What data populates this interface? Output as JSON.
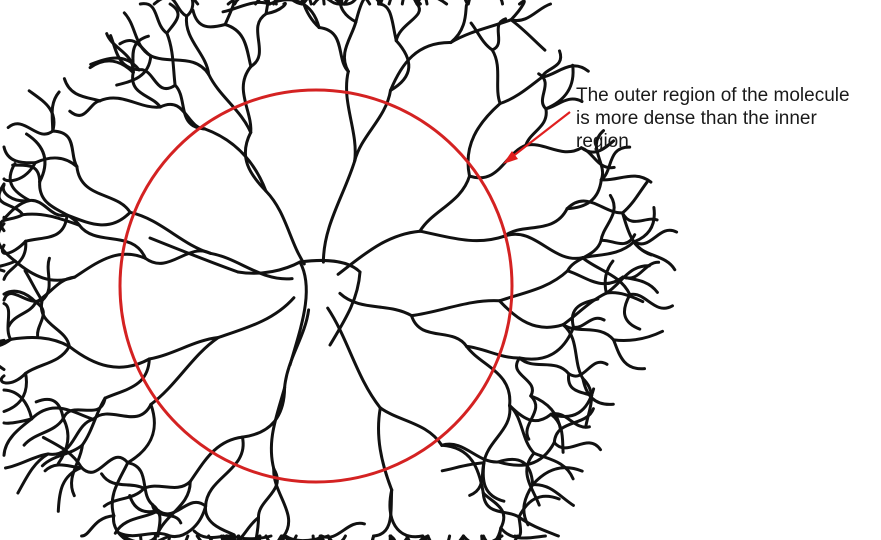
{
  "annotation": {
    "lines": [
      "The outer region of the molecule",
      "is more dense than the inner",
      "region"
    ]
  },
  "colors": {
    "strand": "#111111",
    "circle": "#d42222",
    "arrow": "#e01f1f",
    "text": "#1a1a1a"
  }
}
